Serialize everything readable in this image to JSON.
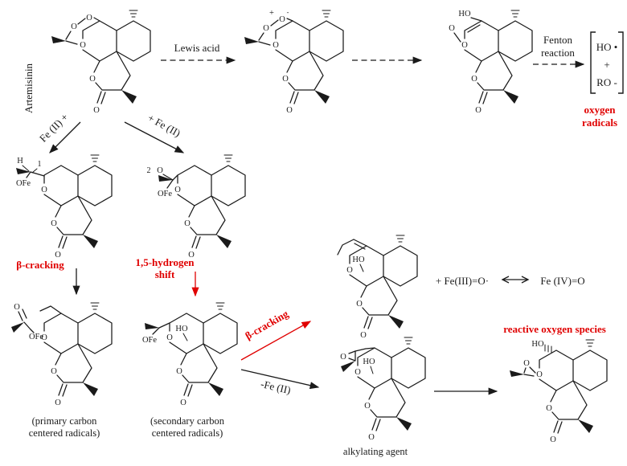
{
  "colors": {
    "ink": "#1a1a1a",
    "accent_red": "#e00000",
    "background": "#ffffff"
  },
  "labels": {
    "artemisinin": "Artemisinin",
    "lewis_acid": "Lewis acid",
    "fenton_line1": "Fenton",
    "fenton_line2": "reaction",
    "ho_radical": "HO •",
    "radical_plus": "+",
    "ro_radical": "RO -",
    "oxygen_radicals_line1": "oxygen",
    "oxygen_radicals_line2": "radicals",
    "fe2_left": "Fe (II) +",
    "fe2_right": "+ Fe (II)",
    "beta_cracking_left": "β-cracking",
    "h_shift_line1": "1,5-hydrogen",
    "h_shift_line2": "shift",
    "beta_cracking_diagonal": "β-cracking",
    "minus_fe2": "-Fe (II)",
    "fe3_oxo": "+ Fe(III)=O·",
    "fe4_oxo": "Fe (IV)=O",
    "reactive_oxygen_species": "reactive oxygen species",
    "primary_caption_line1": "(primary carbon",
    "primary_caption_line2": "centered radicals)",
    "secondary_caption_line1": "(secondary carbon",
    "secondary_caption_line2": "centered radicals)",
    "alkylating_agent": "alkylating agent",
    "intermediate_1": "1",
    "intermediate_2": "2"
  },
  "atoms": {
    "O": "O",
    "HO": "HO",
    "OFe": "OFe",
    "H": "H",
    "plus": "+",
    "minus": "-"
  }
}
